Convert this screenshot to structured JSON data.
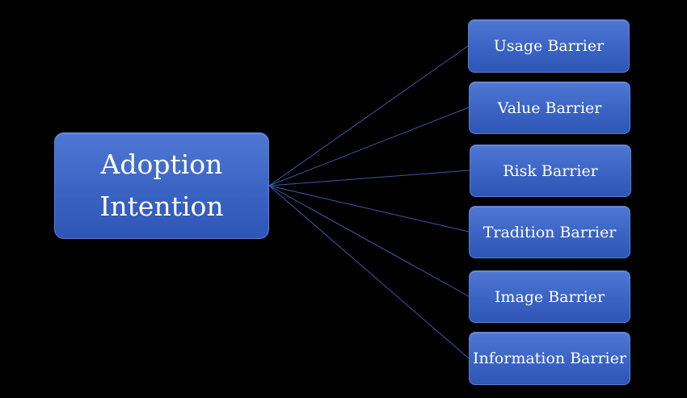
{
  "diagram": {
    "root": {
      "line1": "Adoption",
      "line2": "Intention"
    },
    "leaves": [
      {
        "label": "Usage Barrier"
      },
      {
        "label": "Value Barrier"
      },
      {
        "label": "Risk Barrier"
      },
      {
        "label": "Tradition Barrier"
      },
      {
        "label": "Image Barrier"
      },
      {
        "label": "Information Barrier"
      }
    ],
    "colors": {
      "background": "#000000",
      "box_fill": "#3f68c8",
      "box_border": "#5a7fd0",
      "connector": "#3d58a8",
      "text": "#ffffff"
    }
  }
}
